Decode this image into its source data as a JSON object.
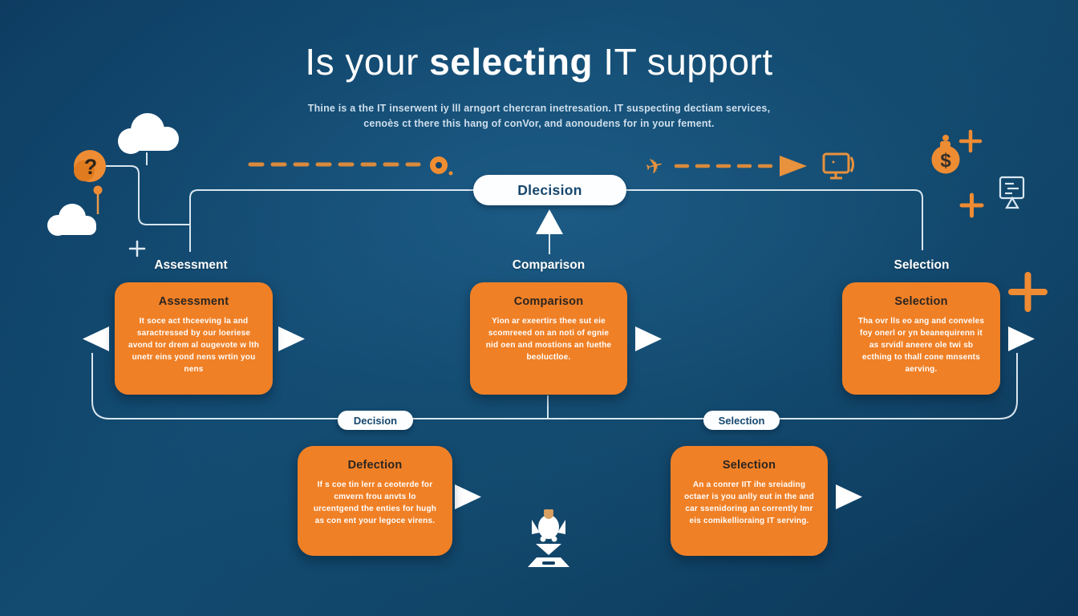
{
  "colors": {
    "background_deep": "#0b3659",
    "background_mid": "#124a70",
    "accent_orange": "#f08026",
    "dash_orange": "#dd8b3e",
    "line_white": "#e9f3fa",
    "pill_text": "#16476e",
    "card_header_text": "#2b2521",
    "card_body_text": "#ffffff"
  },
  "header": {
    "title_pre": "Is your ",
    "title_bold": "selecting",
    "title_post": " IT support",
    "subtitle_line1": "Thine is a the IT inserwent iy lll arngort chercran inetresation. IT suspecting dectiam services,",
    "subtitle_line2": "cenoès ct there this hang of conVor, and aonoudens for in your fement."
  },
  "flow": {
    "top_pill": "Dlecision",
    "stage_labels": [
      "Assessment",
      "Comparison",
      "Selection"
    ],
    "bottom_pills": [
      "Decision",
      "Selection"
    ]
  },
  "cards": [
    {
      "title": "Assessment",
      "body": "It soce act thceeving la and saractressed by our loeriese avond tor drem al ougevote w lth unetr eins yond nens wrtin you nens"
    },
    {
      "title": "Comparison",
      "body": "Yion ar exeertirs thee sut eie scomreeed on an noti of egnie nid oen and mostions an fuethe beoluctloe."
    },
    {
      "title": "Selection",
      "body": "Tha ovr lls eo ang and conveles foy onerl or yn beanequirenn it as srvidl aneere ole twi sb ecthing to thall cone mnsents aerving."
    },
    {
      "title": "Defection",
      "body": "If s coe tin lerr a ceoterde for cmvern frou anvts lo urcentgend the enties for hugh as con ent your legoce virens."
    },
    {
      "title": "Selection",
      "body": "An a conrer IIT ihe sreiading octaer is you anlly eut in the and car ssenidoring an corrently Imr eis comikellioraing IT serving."
    }
  ],
  "icons": {
    "question_mark": "?",
    "dollar": "$",
    "plane": "✈"
  }
}
